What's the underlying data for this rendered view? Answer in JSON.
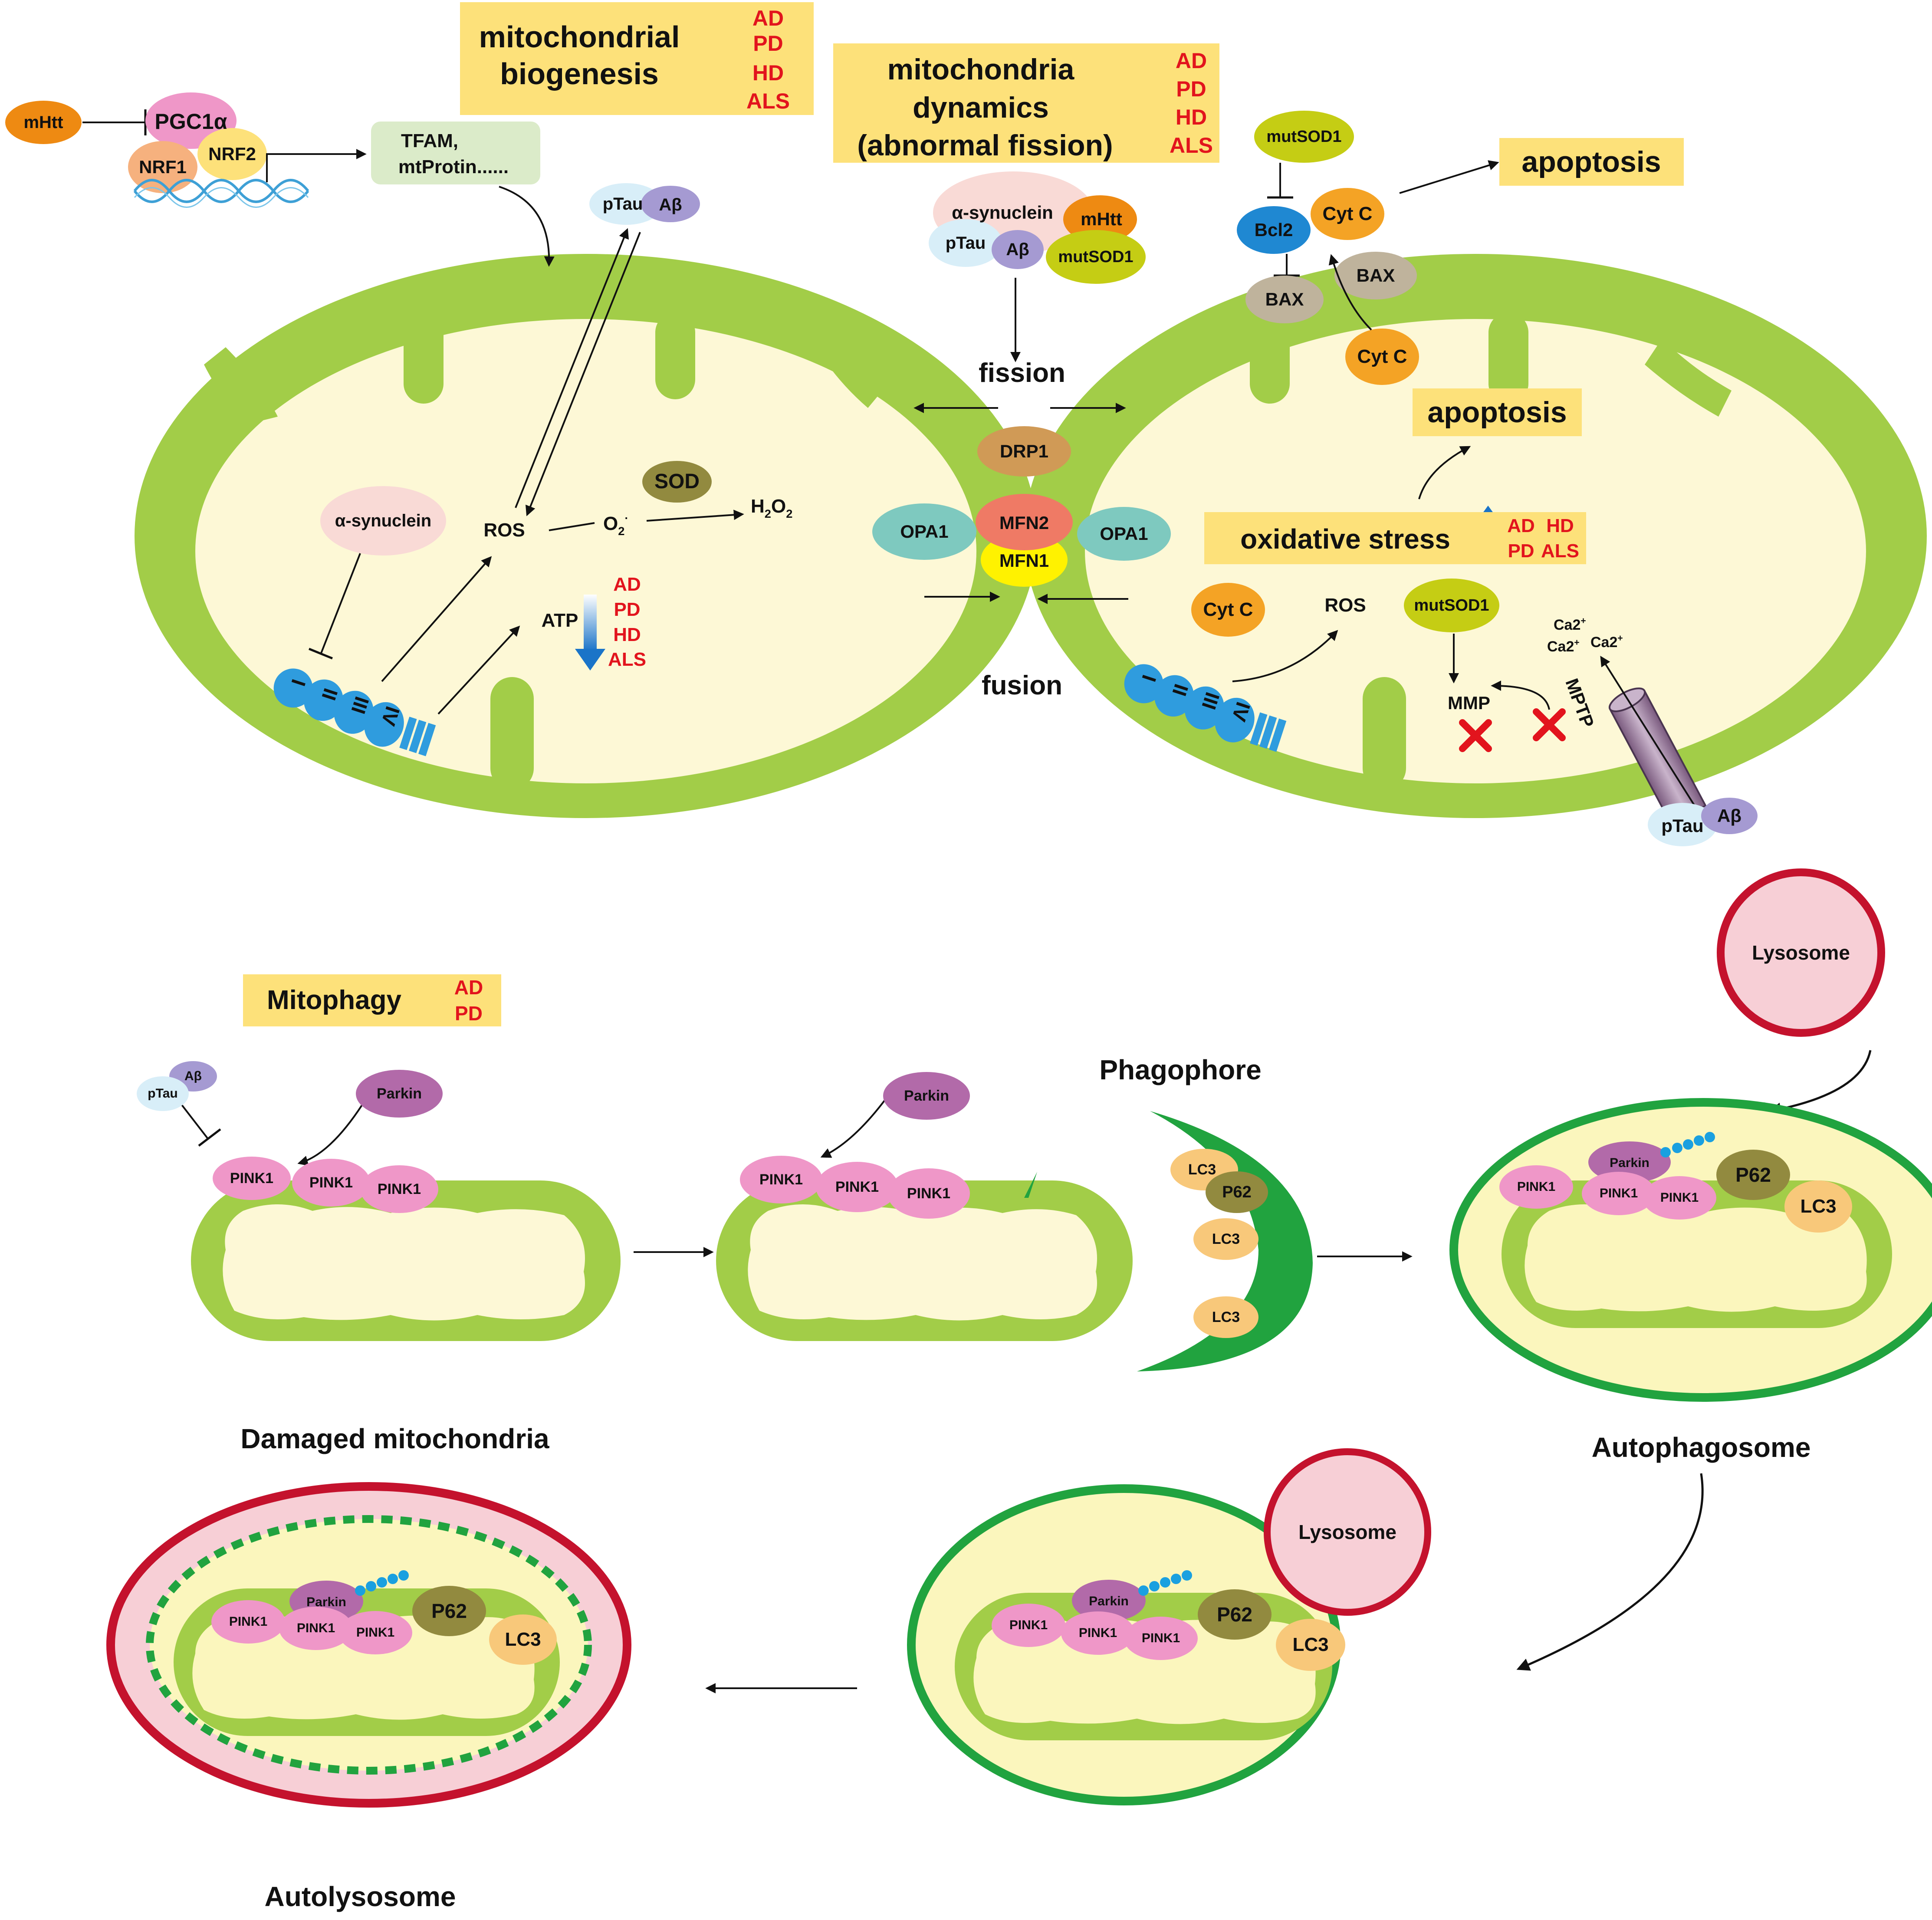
{
  "colors": {
    "membrane": "#a2cd48",
    "matrix": "#fdf8d6",
    "highlight": "#fde17a",
    "disease_red": "#e2141d",
    "lysosome_ring": "#c4122d",
    "lysosome_fill": "#f7cfd6",
    "phagophore": "#21a33f",
    "pink1": "#ef97c8",
    "parkin": "#b26aa9",
    "p62": "#928a3f",
    "lc3": "#f8c87a",
    "arrow_blue": "#1a74c8"
  },
  "icons": [
    "cristae",
    "dna-helix",
    "complex-I-V",
    "atp-synthase",
    "mptp-channel",
    "x-mark",
    "ubiquitin-chain",
    "inhibit-bar",
    "arrow"
  ],
  "top": {
    "mito_biogenesis": {
      "title_line1": "mitochondrial",
      "title_line2": "biogenesis",
      "diseases": [
        "AD",
        "PD",
        "HD",
        "ALS"
      ]
    },
    "mito_dynamics": {
      "line1": "mitochondria",
      "line2": "dynamics",
      "line3": "(abnormal fission)",
      "diseases": [
        "AD",
        "PD",
        "HD",
        "ALS"
      ]
    },
    "mhtt": "mHtt",
    "pgc1a": "PGC1α",
    "nrf1": "NRF1",
    "nrf2": "NRF2",
    "tfam_line1": "TFAM,",
    "tfam_line2": "mtProtin......",
    "ptau": "pTau",
    "abeta": "Aβ",
    "alpha_syn": "α-synuclein",
    "mhtt2": "mHtt",
    "ptau2": "pTau",
    "abeta2": "Aβ",
    "mutsod1": "mutSOD1",
    "fission": "fission",
    "fusion": "fusion",
    "drp1": "DRP1",
    "mfn2": "MFN2",
    "mfn1": "MFN1",
    "opa1_left": "OPA1",
    "opa1_right": "OPA1",
    "left_mito": {
      "alpha_syn": "α-synuclein",
      "ros": "ROS",
      "o2": "O",
      "o2_sub": "2",
      "o2_sup": "·",
      "h2o2_h": "H",
      "h2o2_sub1": "2",
      "h2o2_o": "O",
      "h2o2_sub2": "2",
      "sod": "SOD",
      "atp": "ATP",
      "atp_diseases": [
        "AD",
        "PD",
        "HD",
        "ALS"
      ],
      "complexes": [
        "I",
        "II",
        "III",
        "IV"
      ]
    },
    "right_mito": {
      "mutsod1_top": "mutSOD1",
      "bcl2": "Bcl2",
      "cytc_top": "Cyt C",
      "bax_left": "BAX",
      "bax_right": "BAX",
      "cytc_mid": "Cyt C",
      "apoptosis_top": "apoptosis",
      "apoptosis_mid": "apoptosis",
      "oxidative_stress": "oxidative stress",
      "ox_diseases_row1": [
        "AD",
        "HD"
      ],
      "ox_diseases_row2": [
        "PD",
        "ALS"
      ],
      "cytc_low": "Cyt C",
      "ros": "ROS",
      "mutsod1_low": "mutSOD1",
      "mmp": "MMP",
      "mptp": "MPTP",
      "ca_1": "Ca2",
      "ca_2": "Ca2",
      "ca_3": "Ca2",
      "ca_sup": "+",
      "ptau": "pTau",
      "abeta": "Aβ",
      "complexes": [
        "I",
        "II",
        "III",
        "IV"
      ]
    }
  },
  "bottom": {
    "mitophagy": "Mitophagy",
    "mitophagy_diseases": [
      "AD",
      "PD"
    ],
    "stage1": {
      "abeta": "Aβ",
      "ptau": "pTau",
      "parkin": "Parkin",
      "pink1": [
        "PINK1",
        "PINK1",
        "PINK1"
      ]
    },
    "stage2": {
      "parkin": "Parkin",
      "pink1": [
        "PINK1",
        "PINK1",
        "PINK1"
      ]
    },
    "damaged_label": "Damaged mitochondria",
    "phagophore_label": "Phagophore",
    "phagophore_items": {
      "lc3_a": "LC3",
      "p62": "P62",
      "lc3_b": "LC3",
      "lc3_c": "LC3"
    },
    "lysosome_top": "Lysosome",
    "autophagosome": {
      "label": "Autophagosome",
      "parkin": "Parkin",
      "pink1": [
        "PINK1",
        "PINK1",
        "PINK1"
      ],
      "p62": "P62",
      "lc3": "LC3"
    },
    "fusing": {
      "lysosome": "Lysosome",
      "parkin": "Parkin",
      "pink1": [
        "PINK1",
        "PINK1",
        "PINK1"
      ],
      "p62": "P62",
      "lc3": "LC3"
    },
    "autolysosome": {
      "label": "Autolysosome",
      "parkin": "Parkin",
      "pink1": [
        "PINK1",
        "PINK1",
        "PINK1"
      ],
      "p62": "P62",
      "lc3": "LC3"
    }
  }
}
